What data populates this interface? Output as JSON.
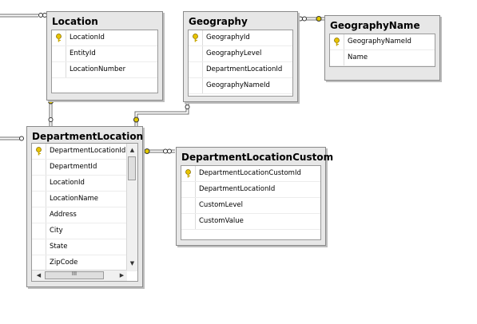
{
  "tables": {
    "location": {
      "title": "Location",
      "columns": [
        {
          "name": "LocationId",
          "key": true
        },
        {
          "name": "EntityId",
          "key": false
        },
        {
          "name": "LocationNumber",
          "key": false
        }
      ]
    },
    "geography": {
      "title": "Geography",
      "columns": [
        {
          "name": "GeographyId",
          "key": true
        },
        {
          "name": "GeographyLevel",
          "key": false
        },
        {
          "name": "DepartmentLocationId",
          "key": false
        },
        {
          "name": "GeographyNameId",
          "key": false
        }
      ]
    },
    "geography_name": {
      "title": "GeographyName",
      "columns": [
        {
          "name": "GeographyNameId",
          "key": true
        },
        {
          "name": "Name",
          "key": false
        }
      ]
    },
    "department_location": {
      "title": "DepartmentLocation",
      "columns": [
        {
          "name": "DepartmentLocationId",
          "key": true
        },
        {
          "name": "DepartmentId",
          "key": false
        },
        {
          "name": "LocationId",
          "key": false
        },
        {
          "name": "LocationName",
          "key": false
        },
        {
          "name": "Address",
          "key": false
        },
        {
          "name": "City",
          "key": false
        },
        {
          "name": "State",
          "key": false
        },
        {
          "name": "ZipCode",
          "key": false
        }
      ]
    },
    "department_location_custom": {
      "title": "DepartmentLocationCustom",
      "columns": [
        {
          "name": "DepartmentLocationCustomId",
          "key": true
        },
        {
          "name": "DepartmentLocationId",
          "key": false
        },
        {
          "name": "CustomLevel",
          "key": false
        },
        {
          "name": "CustomValue",
          "key": false
        }
      ]
    }
  },
  "colors": {
    "key_icon": "#e8c400",
    "connector_key": "#e0c800",
    "line": "#6d6d6d",
    "table_bg": "#e7e7e7"
  },
  "icons": {
    "primary_key": "key-icon",
    "scroll_up": "arrow-up-icon",
    "scroll_down": "arrow-down-icon",
    "scroll_left": "arrow-left-icon",
    "scroll_right": "arrow-right-icon"
  },
  "scrollbar_grip": "III"
}
